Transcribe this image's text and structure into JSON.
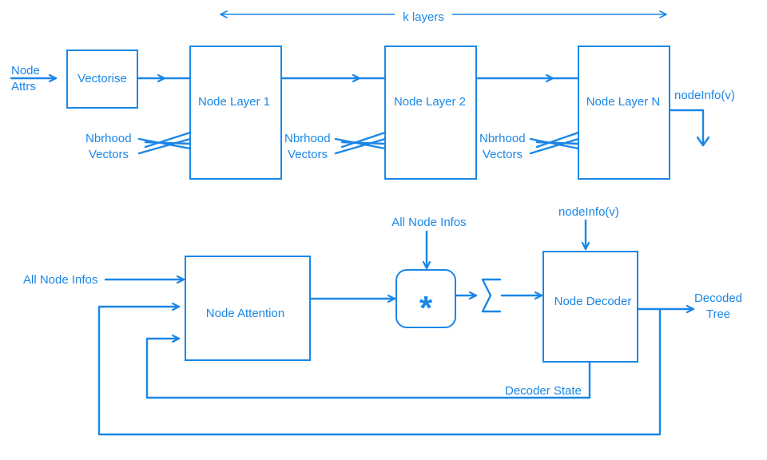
{
  "colors": {
    "accent": "#1a87e6",
    "background": "#ffffff"
  },
  "encoder": {
    "span_label": "k layers",
    "input_label_1": "Node",
    "input_label_2": "Attrs",
    "vectorise_label": "Vectorise",
    "layer1_label": "Node Layer 1",
    "layer2_label": "Node Layer  2",
    "layerN_label": "Node Layer  N",
    "output_label": "nodeInfo(v)",
    "nbr_label_1": "Nbrhood",
    "nbr_label_2": "Vectors"
  },
  "decoder": {
    "all_node_infos_left": "All Node Infos",
    "all_node_infos_top": "All Node Infos",
    "attention_label": "Node Attention",
    "multiply_symbol": "*",
    "sum_symbol": "∑",
    "node_info_input": "nodeInfo(v)",
    "decoder_label": "Node Decoder",
    "output_label_1": "Decoded",
    "output_label_2": "Tree",
    "state_label": "Decoder State"
  }
}
